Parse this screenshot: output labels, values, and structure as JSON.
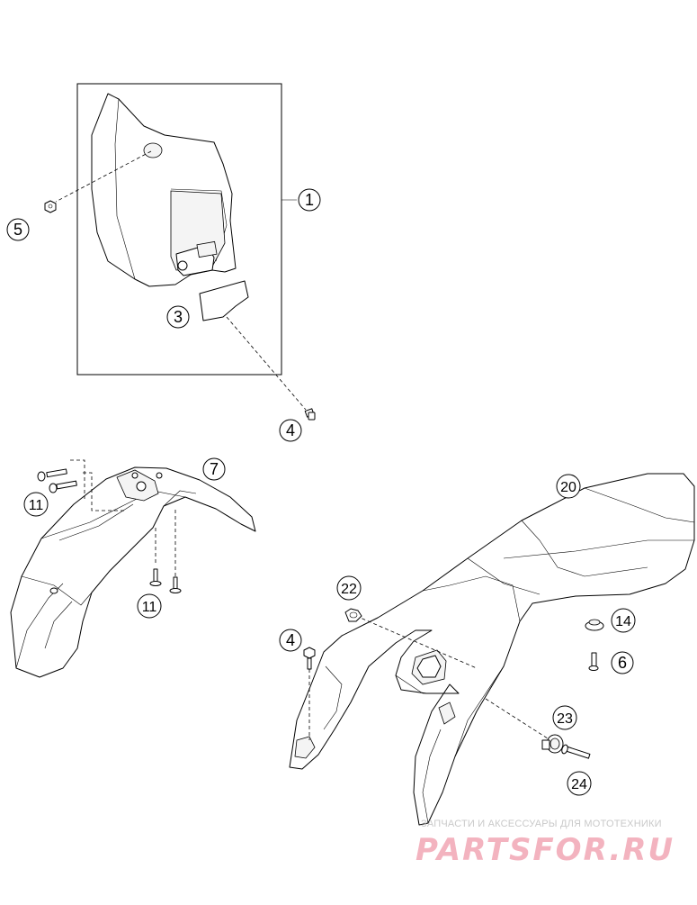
{
  "callouts": {
    "c1": "1",
    "c3": "3",
    "c4a": "4",
    "c4b": "4",
    "c5": "5",
    "c6": "6",
    "c7": "7",
    "c11a": "11",
    "c11b": "11",
    "c14": "14",
    "c20": "20",
    "c22": "22",
    "c23": "23",
    "c24": "24"
  },
  "watermark": {
    "tagline": "ЗАПЧАСТИ И АКСЕССУАРЫ ДЛЯ МОТОТЕХНИКИ",
    "brand": "PARTSFOR.RU",
    "brand_color": "#f3b3bf"
  }
}
